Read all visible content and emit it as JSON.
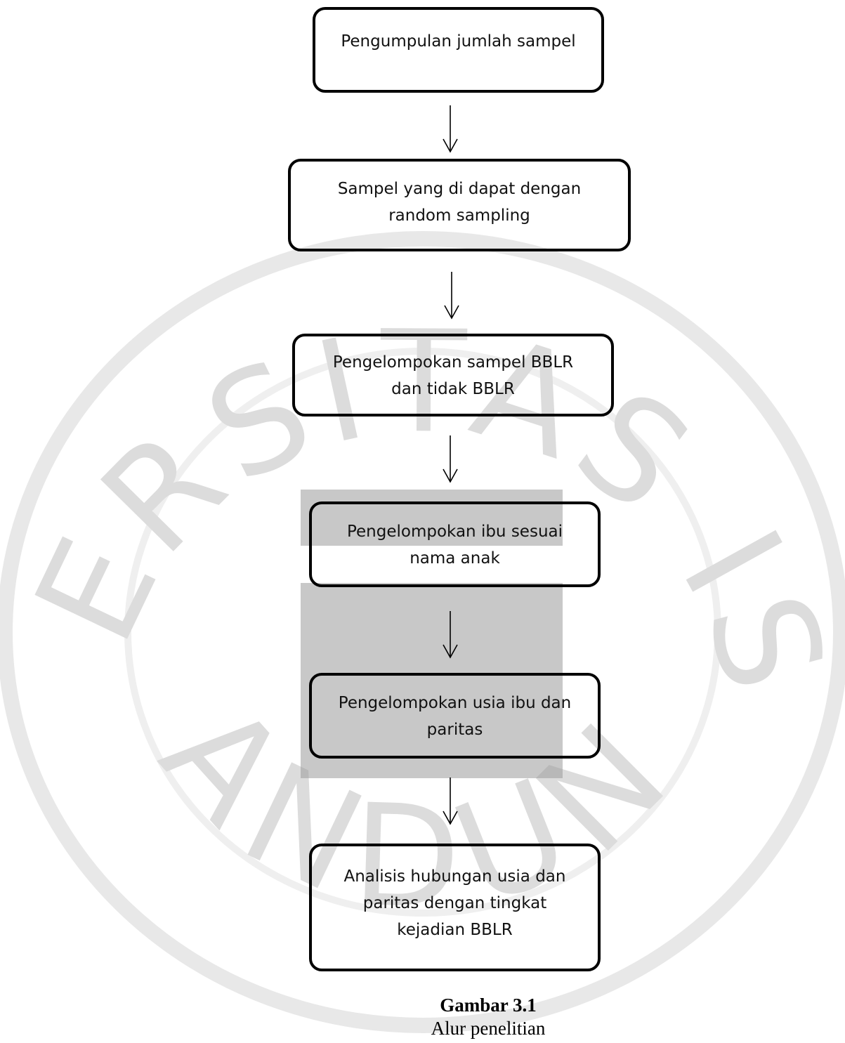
{
  "flowchart": {
    "steps": [
      {
        "id": "step-1",
        "lines": [
          "Pengumpulan jumlah sampel"
        ]
      },
      {
        "id": "step-2",
        "lines": [
          "Sampel yang di dapat dengan",
          "random sampling"
        ]
      },
      {
        "id": "step-3",
        "lines": [
          "Pengelompokan sampel BBLR",
          "dan tidak BBLR"
        ]
      },
      {
        "id": "step-4",
        "lines": [
          "Pengelompokan ibu sesuai",
          "nama anak"
        ]
      },
      {
        "id": "step-5",
        "lines": [
          "Pengelompokan usia ibu dan",
          "paritas"
        ]
      },
      {
        "id": "step-6",
        "lines": [
          "Analisis hubungan usia dan",
          "paritas dengan tingkat",
          "kejadian BBLR"
        ]
      }
    ]
  },
  "caption": {
    "number": "Gambar 3.1",
    "title": "Alur penelitian"
  },
  "watermark": {
    "top_text": "UNIVERSITAS ISLAM",
    "bottom_text": "BANDUNG"
  },
  "colors": {
    "border": "#000000",
    "text": "#111111",
    "watermark": "#dcdcdc",
    "panel": "#9a9a9a"
  }
}
